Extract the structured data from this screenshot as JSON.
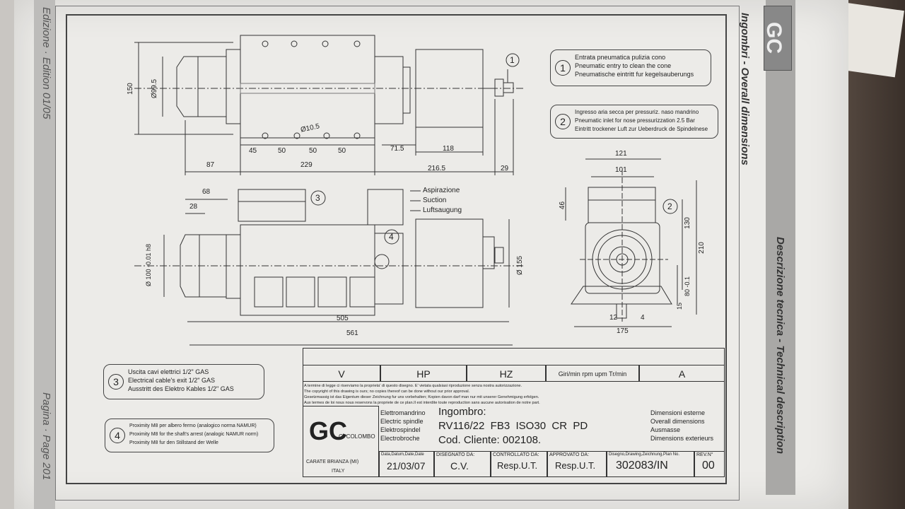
{
  "edition": "Edizione · Edition 01/05",
  "page": "Pagina · Page 201",
  "header_title": "Ingombri - Overall dimensions",
  "section_title": "Descrizione tecnica - Technical description",
  "logo_text": "GC",
  "notes": [
    {
      "num": "1",
      "lines": [
        "Entrata pneumatica pulizia cono",
        "Pneumatic entry to clean the cone",
        "Pneumatische eintritt fur kegelsauberungs"
      ]
    },
    {
      "num": "2",
      "lines": [
        "Ingresso aria secca per pressuriz. naso mandrino",
        "Pneumatic inlet for nose pressurizzation 2.5 Bar",
        "Eintritt trockener Luft zur Ueberdruck de Spindelnese"
      ]
    },
    {
      "num": "3",
      "lines": [
        "Uscita cavi elettrici 1/2\" GAS",
        "Electrical cable's exit 1/2\" GAS",
        "Ausstritt des Elektro Kables 1/2\" GAS"
      ]
    },
    {
      "num": "4",
      "lines": [
        "Proximity M8 per albero fermo (analogico norma NAMUR)",
        "Proximity M8 for the shaft's arrest (analogic NAMUR norm)",
        "Proximity M8 fur den Stillstand der Welle"
      ]
    }
  ],
  "suction": [
    "Aspirazione",
    "Suction",
    "Luftsaugung"
  ],
  "dims": {
    "d150": "150",
    "d99_5": "Ø99.5",
    "d10_5": "Ø10.5",
    "d45": "45",
    "d50a": "50",
    "d50b": "50",
    "d50c": "50",
    "d71_5": "71.5",
    "d118": "118",
    "d87": "87",
    "d229": "229",
    "d216_5": "216.5",
    "d29": "29",
    "d68": "68",
    "d28": "28",
    "d100h8": "Ø 100 -0.01 h8",
    "d155": "Ø 155",
    "d505": "505",
    "d561": "561",
    "d121": "121",
    "d101": "101",
    "d46": "46",
    "d130": "130",
    "d210": "210",
    "d80": "80 -0.1",
    "d15": "15",
    "d12": "12",
    "d4": "4",
    "d175": "175"
  },
  "title_block": {
    "headers": [
      "V",
      "HP",
      "HZ",
      "Giri/min rpm upm Tr/min",
      "A"
    ],
    "legal": [
      "A termine di legge ci riserviamo la proprieta' di questo disegno. E' vietata qualsiasi riproduzione senza nostra autorizzazione.",
      "The copyright of this drawing is ours; no copies thereof can be done without our prior approval.",
      "Gesetzmassig ist das Eigentum dieser Zeichnung fur uns vorbehalten; Kopien davon darf man nur mit unserer Genehmigung erfolgen.",
      "Aux termes de loi nous nous reservons la propriete de ce plan.Il est interdite toute reproduction sans aucune autorisation de notre part."
    ],
    "company_letters": "GC",
    "company_name": "G. COLOMBO",
    "company_city": "CARATE BRIANZA (MI)",
    "company_country": "ITALY",
    "product_type": [
      "Elettromandrino",
      "Electric spindle",
      "Elektrospindel",
      "Electrobroche"
    ],
    "ingombro_label": "Ingombro:",
    "model": "RV116/22  FB3  ISO30  CR  PD",
    "client_code": "Cod. Cliente: 002108.",
    "dim_labels": [
      "Dimensioni esterne",
      "Overall dimensions",
      "Ausmasse",
      "Dimensions exterieurs"
    ],
    "date_label": "Data,Datum,Date,Date",
    "date": "21/03/07",
    "designer_label": "DISEGNATO DA:",
    "designer": "C.V.",
    "checked_label": "CONTROLLATO DA:",
    "checked": "Resp.U.T.",
    "approved_label": "APPROVATO DA:",
    "approved": "Resp.U.T.",
    "drawing_label": "Disegno,Drawing,Zeichnung,Plan No.",
    "drawing_no": "302083/IN",
    "rev_label": "REV.N°",
    "rev": "00"
  }
}
